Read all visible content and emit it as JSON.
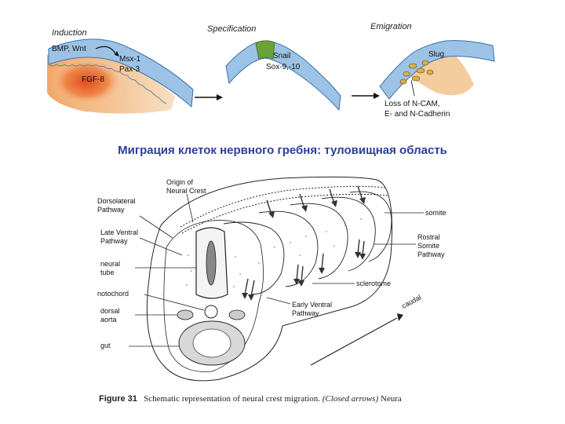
{
  "top_panel": {
    "stages": [
      {
        "title": "Induction",
        "labels": [
          "BMP, Wnt",
          "Msx-1",
          "Pax-3",
          "FGF-8"
        ]
      },
      {
        "title": "Specification",
        "labels": [
          "Snail",
          "Sox-9,-10"
        ]
      },
      {
        "title": "Emigration",
        "labels": [
          "Slug",
          "Loss of N-CAM,",
          "E- and N-Cadherin"
        ]
      }
    ],
    "colors": {
      "ectoderm": "#8fb8e0",
      "mesoderm": "#f2b070",
      "fgf": "#e05a2a",
      "crest": "#6aa23a",
      "cells": "#d9b04a"
    }
  },
  "title": "Миграция клеток нервного гребня: туловищная область",
  "diagram": {
    "labels": {
      "origin": [
        "Origin of",
        "Neural Crest"
      ],
      "dorsolateral": [
        "Dorsolateral",
        "Pathway"
      ],
      "late_ventral": [
        "Late Ventral",
        "Pathway"
      ],
      "neural_tube": [
        "neural",
        "tube"
      ],
      "notochord": "notochord",
      "dorsal_aorta": [
        "dorsal",
        "aorta"
      ],
      "gut": "gut",
      "somite": "somite",
      "rostral": [
        "Rostral",
        "Somite",
        "Pathway"
      ],
      "sclerotome": "sclerotome",
      "early_ventral": [
        "Early Ventral",
        "Pathway"
      ],
      "caudal": "caudal"
    }
  },
  "caption": {
    "figure": "Figure 31",
    "text": "Schematic representation of neural crest migration.",
    "closed": "(Closed arrows)",
    "tail": "Neura"
  }
}
